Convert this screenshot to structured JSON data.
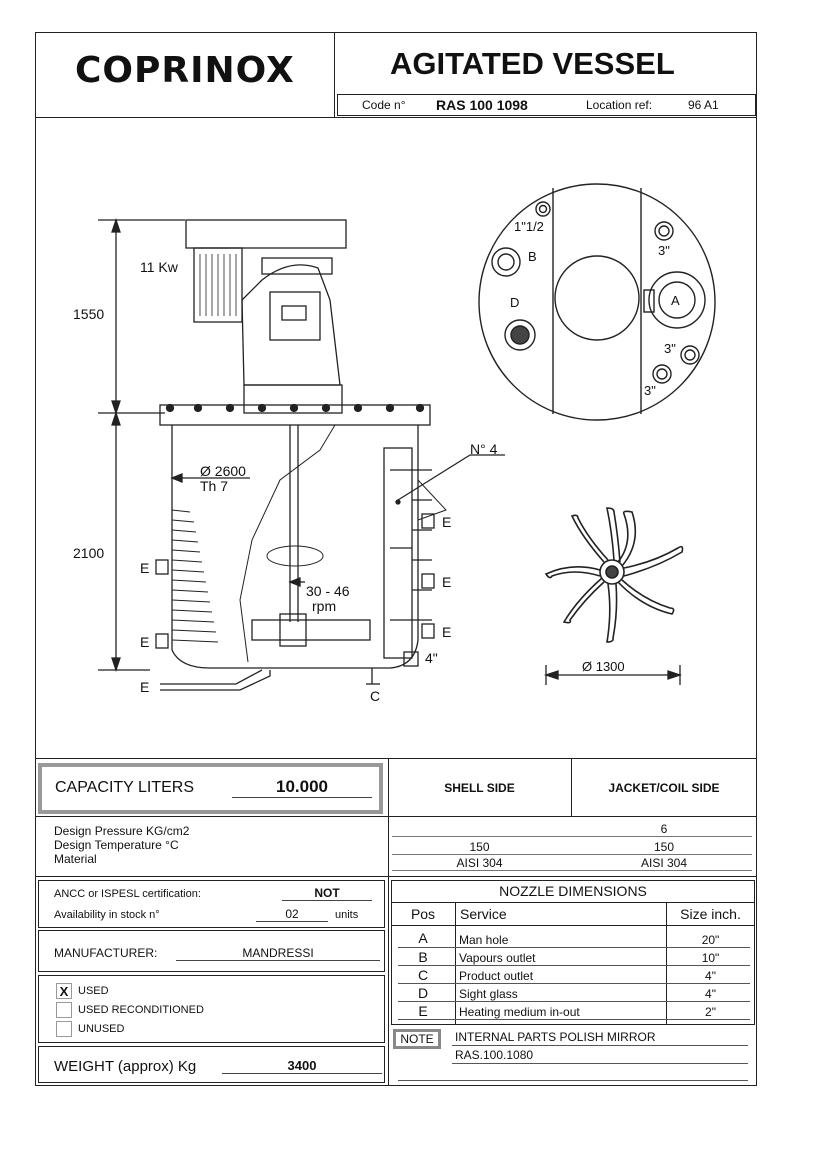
{
  "header": {
    "logo": "COPRINOX",
    "title": "AGITATED VESSEL",
    "code_label": "Code n°",
    "code_value": "RAS 100 1098",
    "location_label": "Location ref:",
    "location_value": "96 A1"
  },
  "drawing": {
    "dim_top": "1550",
    "dim_bottom": "2100",
    "motor_power": "11 Kw",
    "diameter_label": "Ø 2600",
    "thickness_label": "Th 7",
    "speed_label": "30 - 46",
    "speed_unit": "rpm",
    "baffles_label": "N° 4",
    "nozzle_e": "E",
    "nozzle_c": "C",
    "bottom_size": "4\"",
    "top_view": {
      "size_1": "1\"1/2",
      "label_b": "B",
      "label_d": "D",
      "label_a": "A",
      "size_3a": "3\"",
      "size_3b": "3\"",
      "size_3c": "3\""
    },
    "impeller_diameter": "Ø 1300"
  },
  "capacity": {
    "label": "CAPACITY LITERS",
    "value": "10.000"
  },
  "design": {
    "shell_side_header": "SHELL SIDE",
    "jacket_side_header": "JACKET/COIL SIDE",
    "pressure_label": "Design  Pressure  KG/cm2",
    "temperature_label": "Design  Temperature   °C",
    "material_label": "Material",
    "shell_pressure": "",
    "jacket_pressure": "6",
    "shell_temperature": "150",
    "jacket_temperature": "150",
    "shell_material": "AISI 304",
    "jacket_material": "AISI  304"
  },
  "certification": {
    "label": "ANCC  or  ISPESL certification:",
    "value": "NOT",
    "stock_label": "Availability in stock n°",
    "stock_value": "02",
    "stock_unit": "units"
  },
  "manufacturer": {
    "label": "MANUFACTURER:",
    "value": "MANDRESSI"
  },
  "condition": {
    "options": [
      {
        "mark": "X",
        "label": "USED"
      },
      {
        "mark": "",
        "label": "USED RECONDITIONED"
      },
      {
        "mark": "",
        "label": "UNUSED"
      }
    ]
  },
  "weight": {
    "label": "WEIGHT (approx) Kg",
    "value": "3400"
  },
  "nozzles": {
    "title": "NOZZLE  DIMENSIONS",
    "headers": [
      "Pos",
      "Service",
      "Size inch."
    ],
    "rows": [
      {
        "pos": "A",
        "service": "Man hole",
        "size": "20\""
      },
      {
        "pos": "B",
        "service": "Vapours  outlet",
        "size": "10\""
      },
      {
        "pos": "C",
        "service": "Product outlet",
        "size": "4\""
      },
      {
        "pos": "D",
        "service": "Sight glass",
        "size": "4\""
      },
      {
        "pos": "E",
        "service": "Heating medium in-out",
        "size": "2\""
      }
    ]
  },
  "note": {
    "label": "NOTE",
    "line1": "INTERNAL  PARTS POLISH  MIRROR",
    "line2": "RAS.100.1080"
  }
}
